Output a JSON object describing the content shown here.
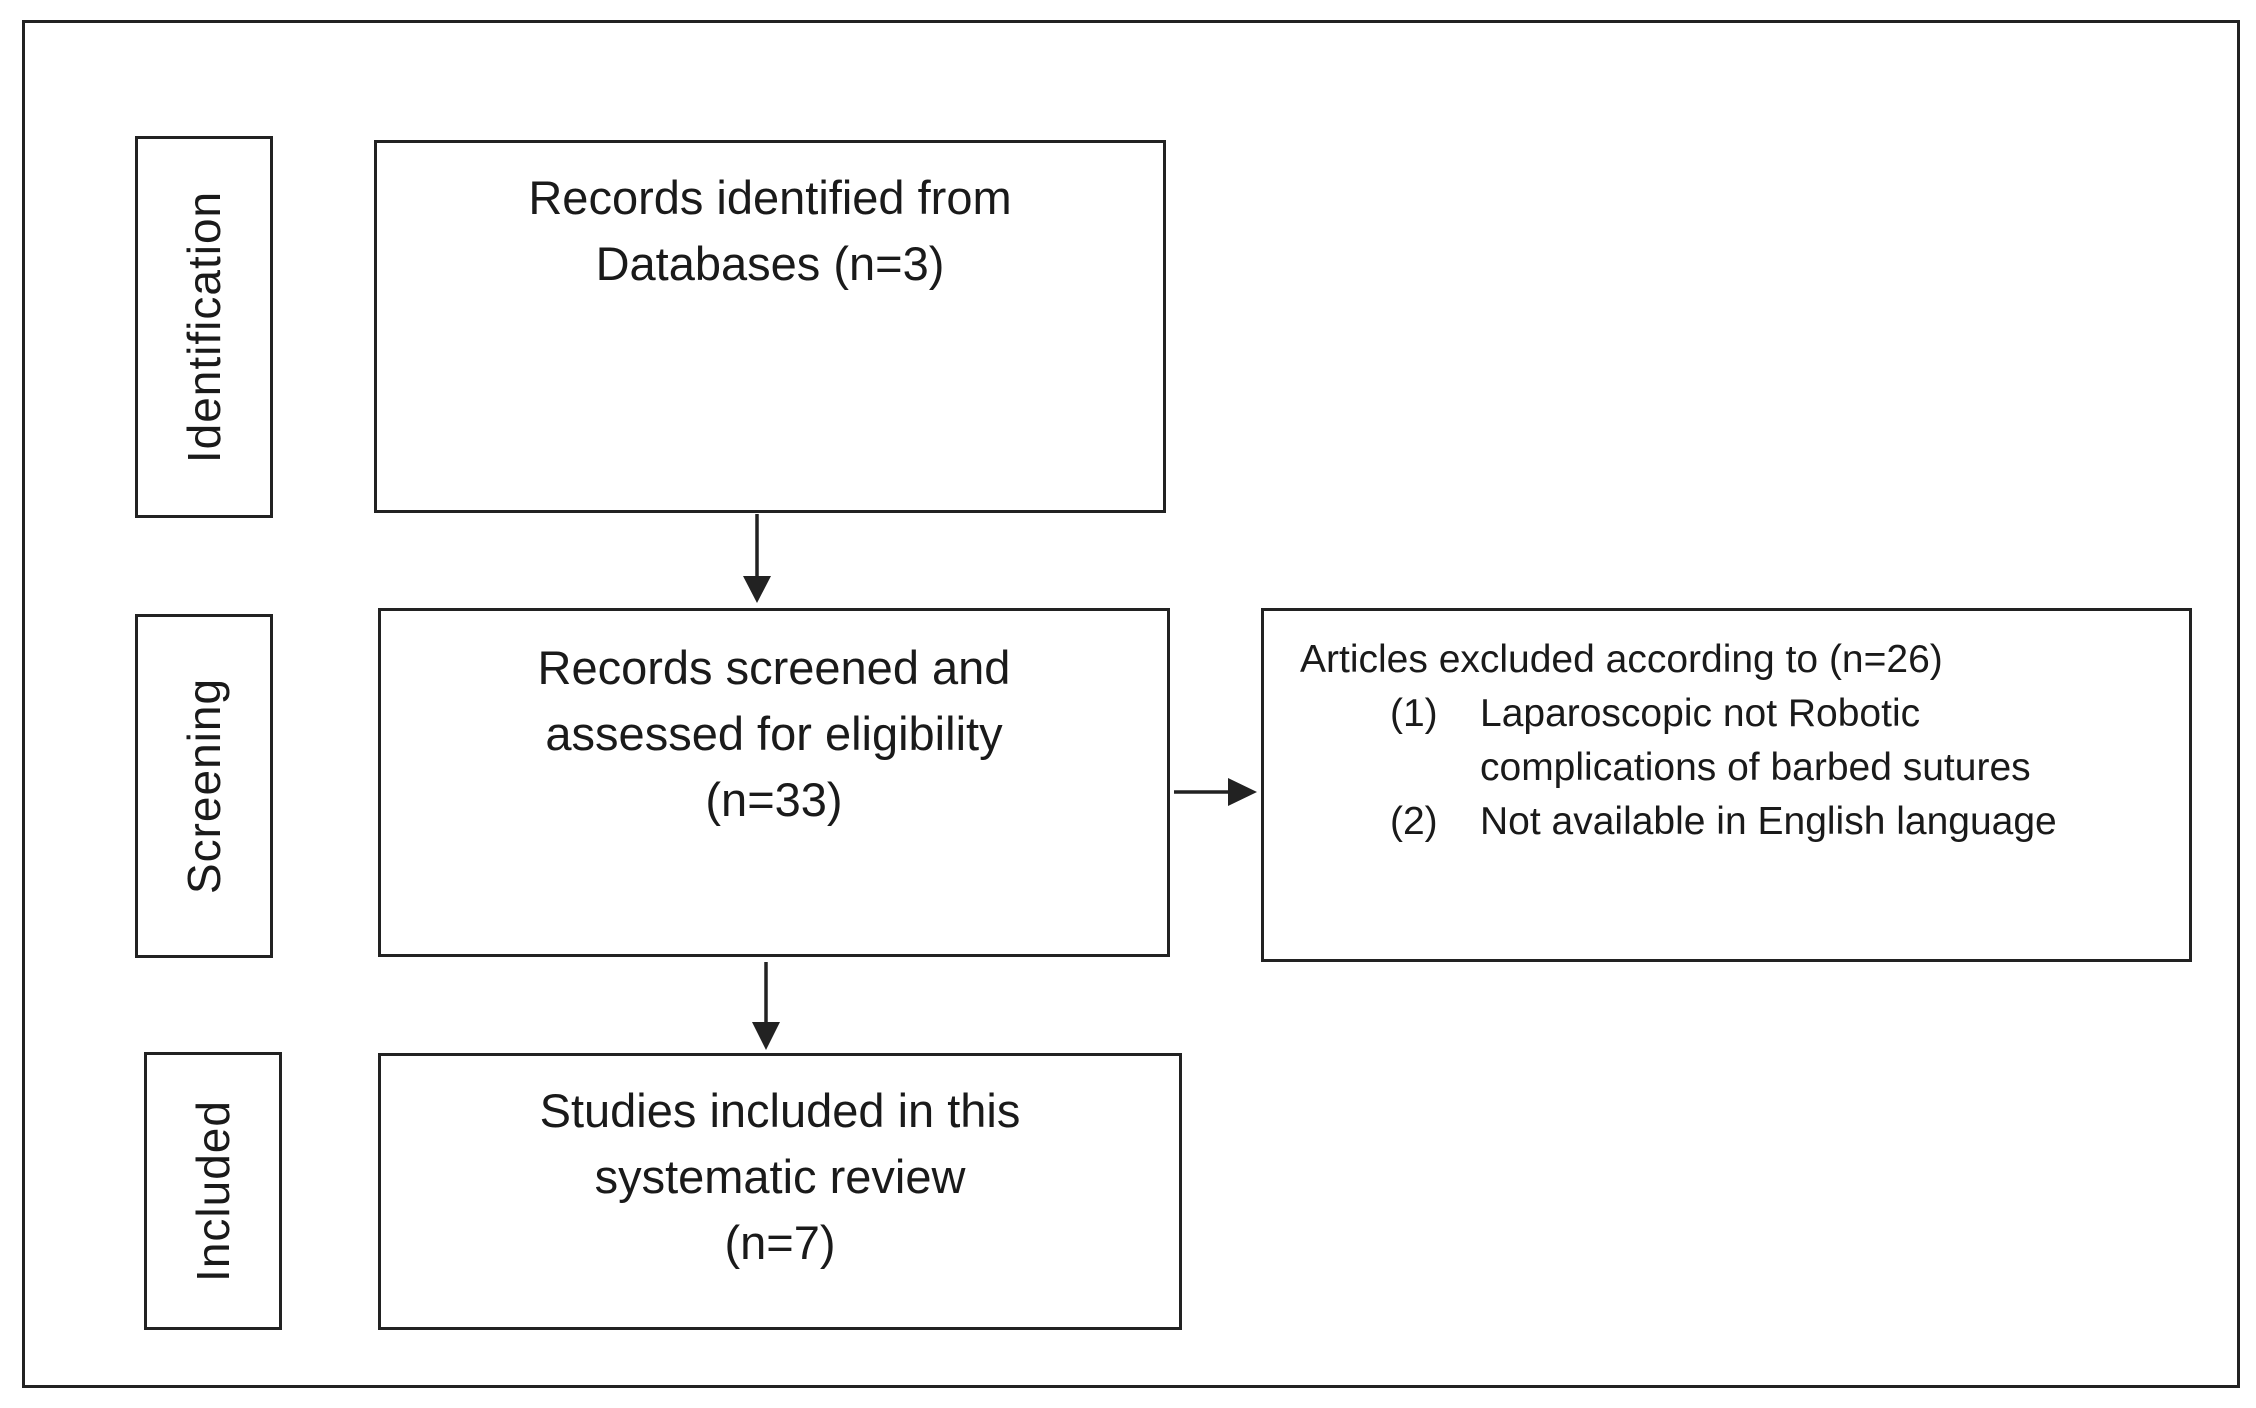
{
  "stages": {
    "identification": "Identification",
    "screening": "Screening",
    "included": "Included"
  },
  "boxes": {
    "identified": {
      "lines": [
        "Records identified from",
        "Databases (n=3)"
      ]
    },
    "screened": {
      "lines": [
        "Records screened and",
        "assessed for eligibility",
        "(n=33)"
      ]
    },
    "included": {
      "lines": [
        "Studies included in this",
        "systematic review",
        "(n=7)"
      ]
    },
    "excluded": {
      "title": "Articles excluded according to (n=26)",
      "items": [
        {
          "num": "(1)",
          "lines": [
            "Laparoscopic not Robotic",
            "complications of barbed sutures"
          ]
        },
        {
          "num": "(2)",
          "lines": [
            "Not available in English language"
          ]
        }
      ]
    }
  },
  "colors": {
    "line": "#222222",
    "background": "#ffffff"
  }
}
